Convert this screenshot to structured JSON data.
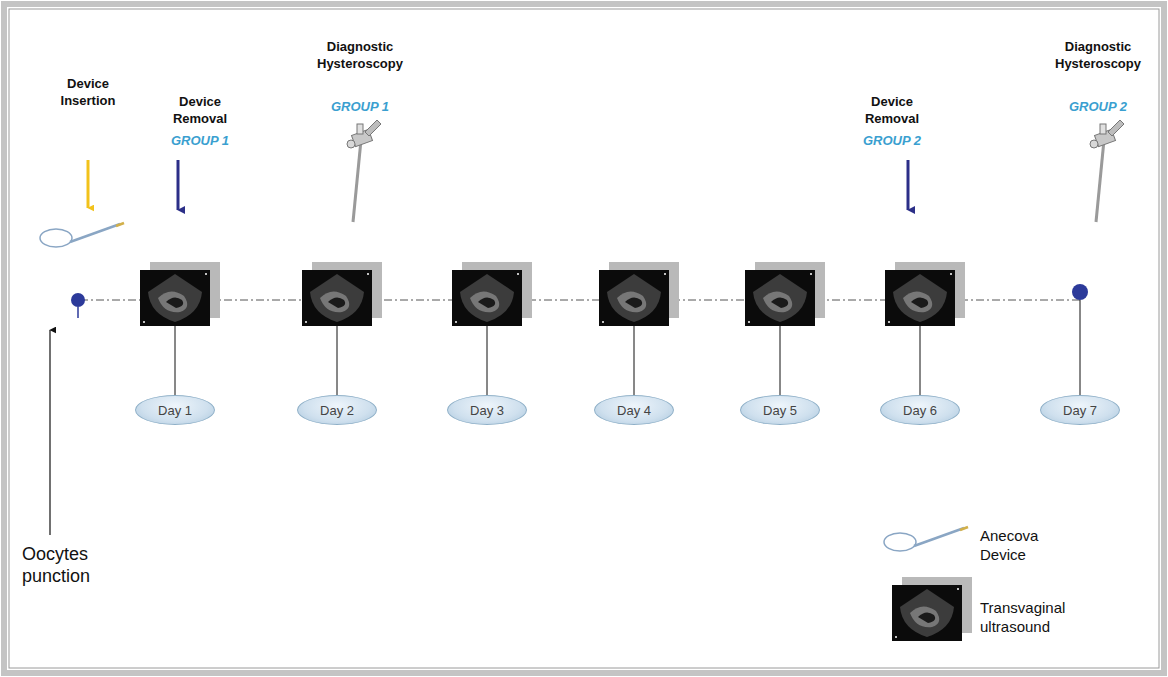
{
  "diagram": {
    "nodes": [
      {
        "text": [
          "Day 1"
        ]
      },
      {
        "text": [
          "Day 2"
        ]
      },
      {
        "text": [
          "Day 3"
        ]
      },
      {
        "text": [
          "Day 4"
        ]
      },
      {
        "text": [
          "Day 5"
        ]
      },
      {
        "text": [
          "Day 6"
        ]
      },
      {
        "text": [
          "Day 7"
        ]
      }
    ],
    "labels": [
      "Device Insertion",
      "Device Removal",
      "GROUP 1",
      "Diagnostic Hysteroscopy",
      "GROUP 1",
      "Device Removal",
      "GROUP 2",
      "Diagnostic Hysteroscopy",
      "GROUP 2",
      "Oocytes punction"
    ],
    "legend": [
      {
        "text": "Anecova Device"
      },
      {
        "text": "Transvaginal ultrasound"
      }
    ]
  }
}
